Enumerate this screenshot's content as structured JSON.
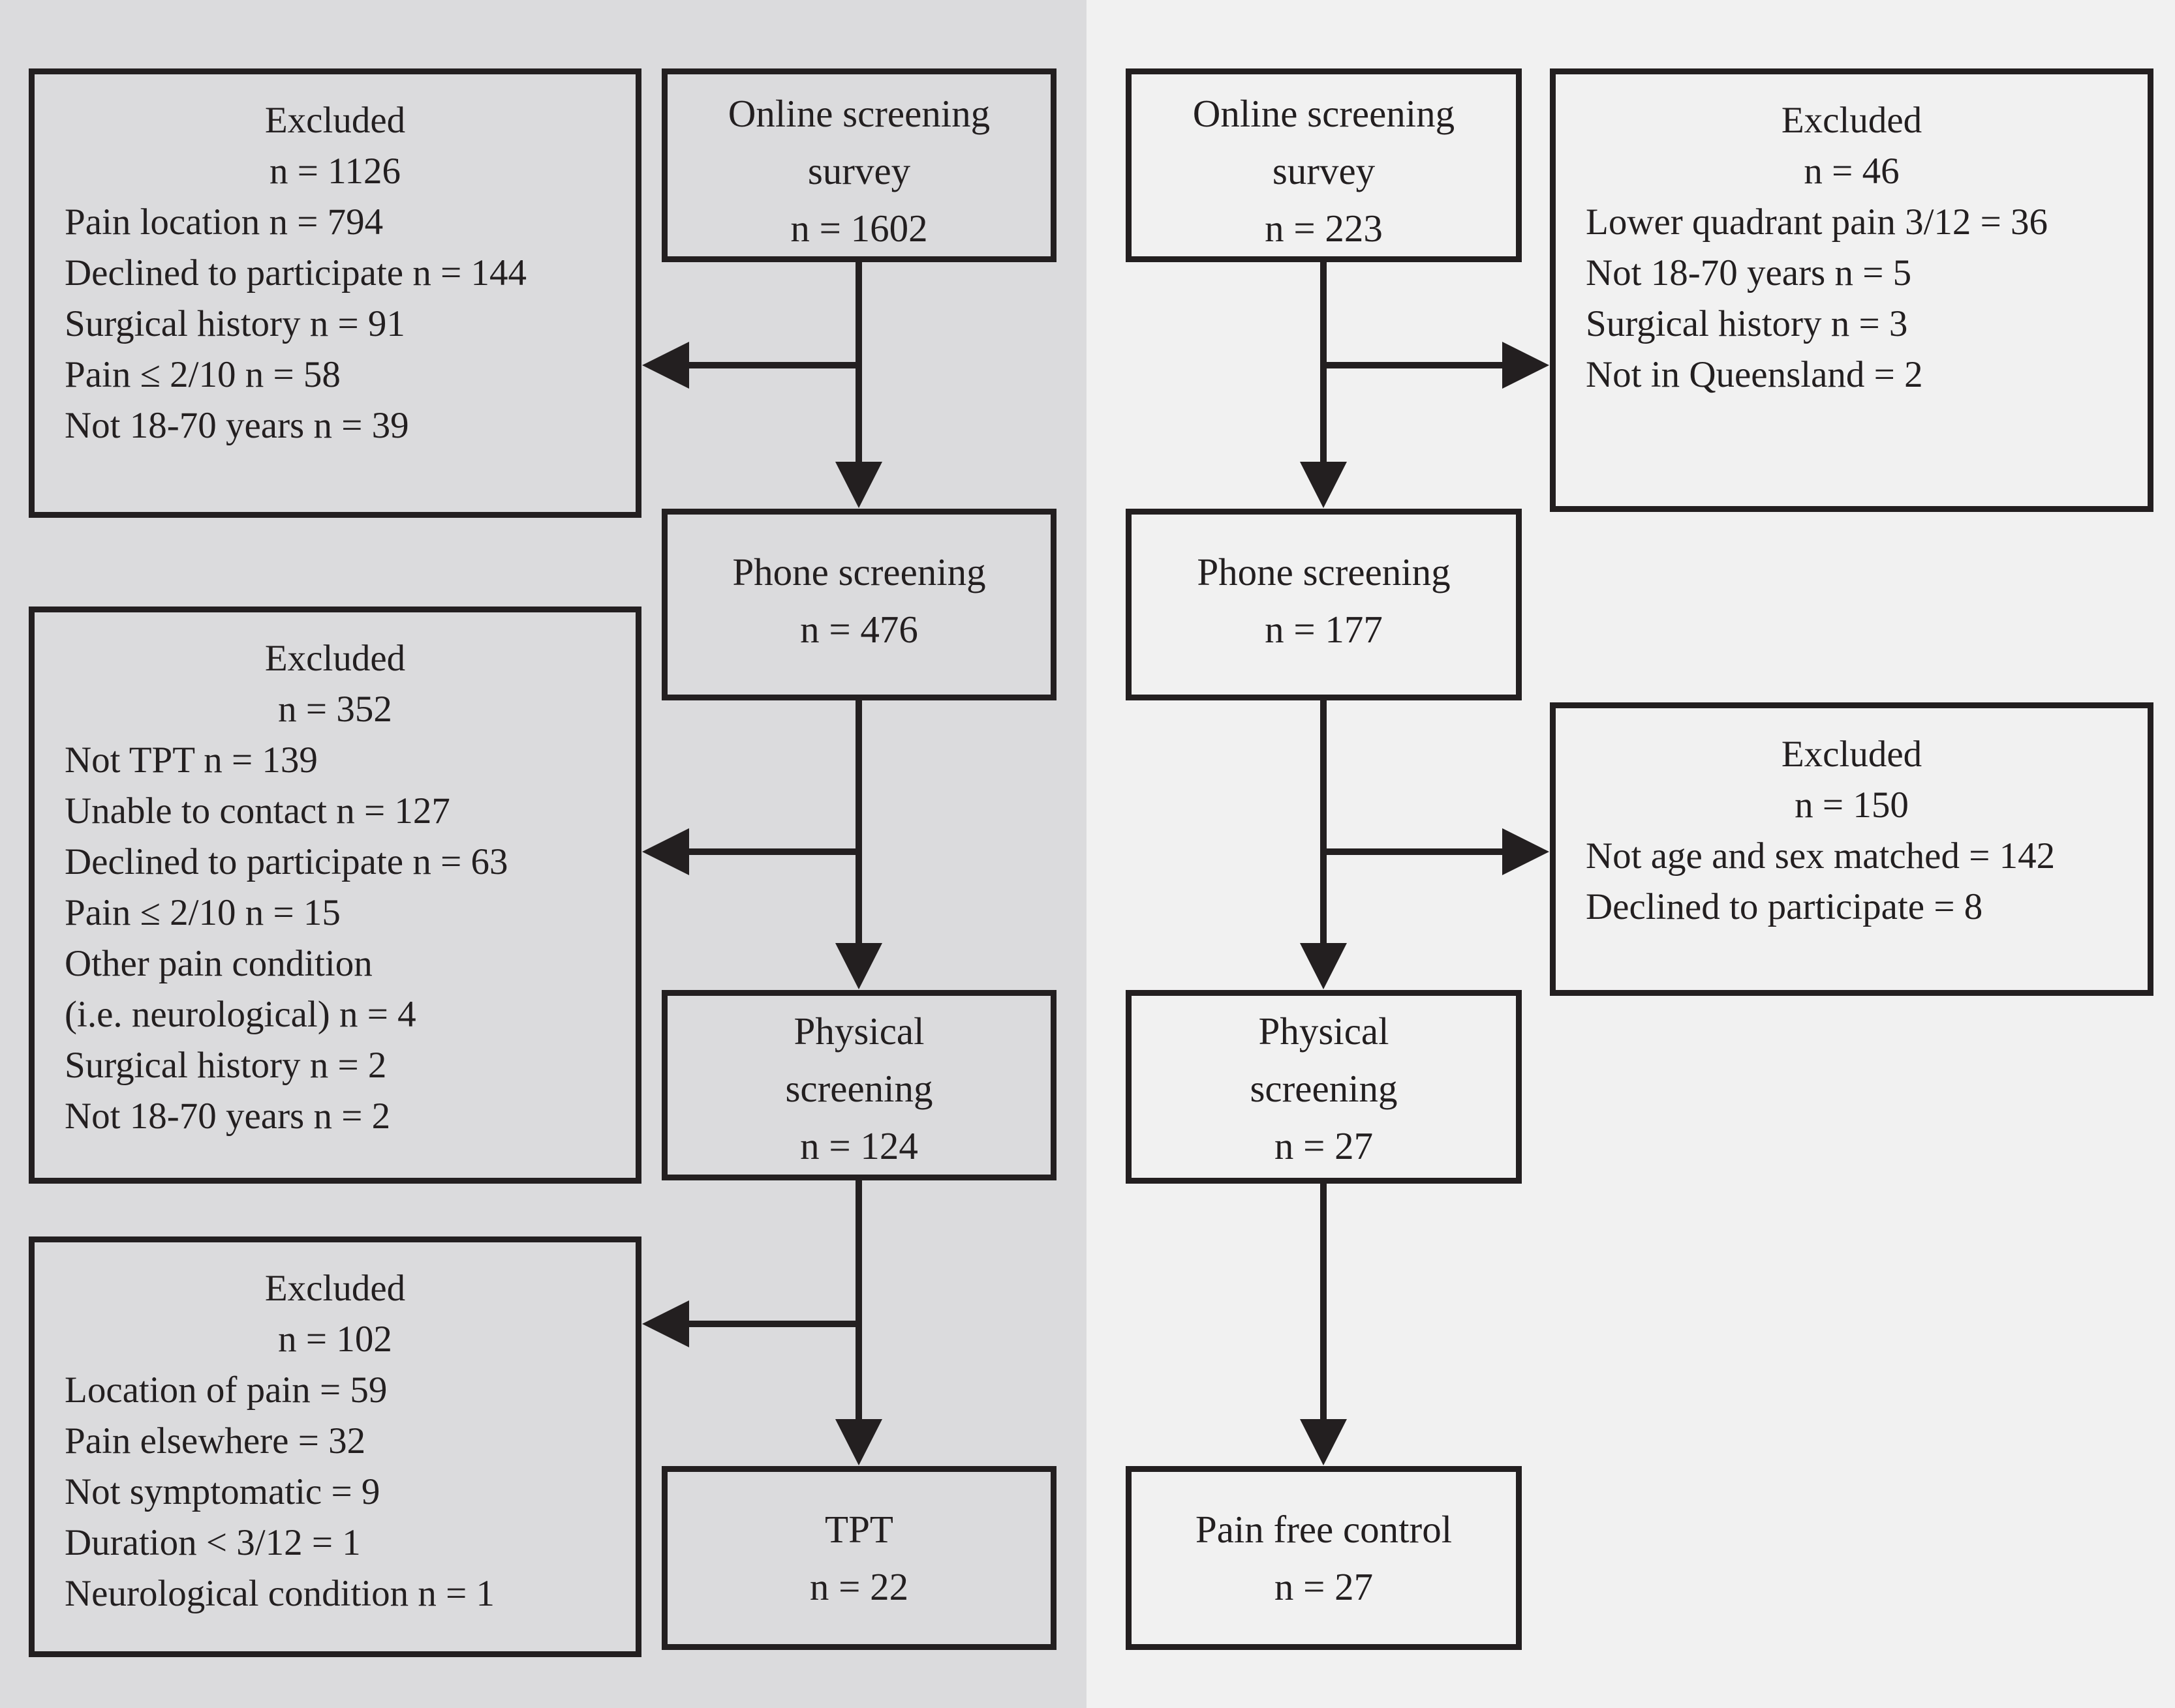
{
  "colors": {
    "left_background": "#dbdbdd",
    "right_background": "#f1f1f1",
    "line": "#231f20"
  },
  "left": {
    "excluded_top": {
      "title": "Excluded",
      "subtitle": "n = 1126",
      "items": [
        "Pain location n = 794",
        "Declined to participate n = 144",
        "Surgical history n = 91",
        "Pain ≤ 2/10 n = 58",
        "Not 18-70 years n = 39"
      ]
    },
    "excluded_mid": {
      "title": "Excluded",
      "subtitle": "n = 352",
      "items": [
        "Not TPT n = 139",
        "Unable to contact n = 127",
        "Declined to participate n = 63",
        "Pain ≤ 2/10 n = 15",
        "Other pain condition",
        "(i.e. neurological) n = 4",
        "Surgical history n = 2",
        "Not 18-70 years n = 2"
      ]
    },
    "excluded_bottom": {
      "title": "Excluded",
      "subtitle": "n = 102",
      "items": [
        "Location of pain = 59",
        "Pain elsewhere = 32",
        "Not symptomatic = 9",
        "Duration < 3/12 = 1",
        "Neurological condition n = 1"
      ]
    },
    "flow": [
      {
        "lines": [
          "Online screening",
          "survey",
          "n = 1602"
        ]
      },
      {
        "lines": [
          "Phone screening",
          "n = 476"
        ]
      },
      {
        "lines": [
          "Physical",
          "screening",
          "n = 124"
        ]
      },
      {
        "lines": [
          "TPT",
          "n = 22"
        ]
      }
    ]
  },
  "right": {
    "excluded_top": {
      "title": "Excluded",
      "subtitle": "n = 46",
      "items": [
        "Lower quadrant pain 3/12 = 36",
        "Not 18-70 years n = 5",
        "Surgical history n = 3",
        "Not in Queensland = 2"
      ]
    },
    "excluded_mid": {
      "title": "Excluded",
      "subtitle": "n = 150",
      "items": [
        "Not age and sex matched = 142",
        "Declined to participate = 8"
      ]
    },
    "flow": [
      {
        "lines": [
          "Online screening",
          "survey",
          "n = 223"
        ]
      },
      {
        "lines": [
          "Phone screening",
          "n = 177"
        ]
      },
      {
        "lines": [
          "Physical",
          "screening",
          "n = 27"
        ]
      },
      {
        "lines": [
          "Pain free control",
          "n = 27"
        ]
      }
    ]
  }
}
